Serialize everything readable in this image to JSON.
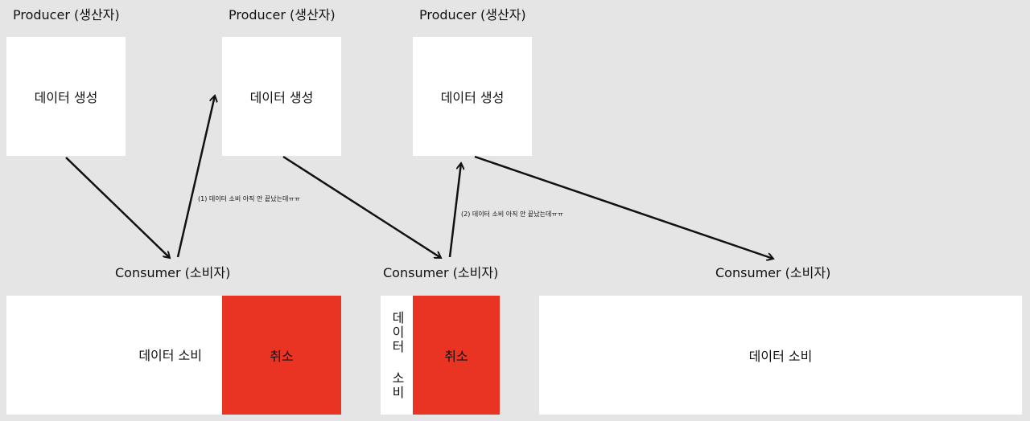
{
  "producers": [
    {
      "label": "Producer (생산자)",
      "box_text": "데이터 생성"
    },
    {
      "label": "Producer (생산자)",
      "box_text": "데이터 생성"
    },
    {
      "label": "Producer (생산자)",
      "box_text": "데이터 생성"
    }
  ],
  "consumers": [
    {
      "label": "Consumer (소비자)",
      "consume_text": "데이터 소비",
      "cancel_text": "취소"
    },
    {
      "label": "Consumer (소비자)",
      "consume_text": "데이터 소비",
      "cancel_text": "취소"
    },
    {
      "label": "Consumer (소비자)",
      "consume_text": "데이터 소비"
    }
  ],
  "notes": [
    "(1) 데이터 소비 아직 안 끝났는데ㅠㅠ",
    "(2) 데이터 소비 아직 안 끝났는데ㅠㅠ"
  ],
  "colors": {
    "background": "#e5e5e5",
    "box": "#ffffff",
    "cancel": "#e93323",
    "arrow": "#111111"
  }
}
